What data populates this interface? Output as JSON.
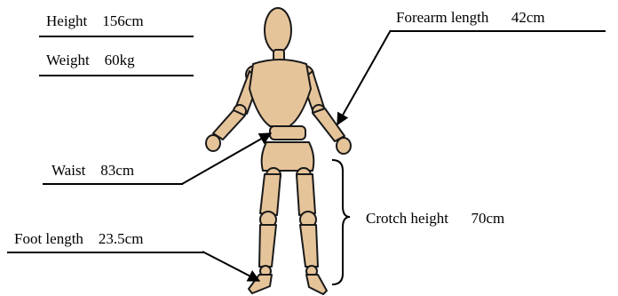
{
  "labels": {
    "height": "Height  156cm",
    "weight": "Weight  60kg",
    "forearm": "Forearm length   42cm",
    "waist": "Waist  83cm",
    "crotch": "Crotch height   70cm",
    "foot": "Foot length  23.5cm"
  },
  "colors": {
    "figure_fill": "#e6c49a",
    "figure_outline": "#1a1a1a",
    "line": "#000000"
  }
}
